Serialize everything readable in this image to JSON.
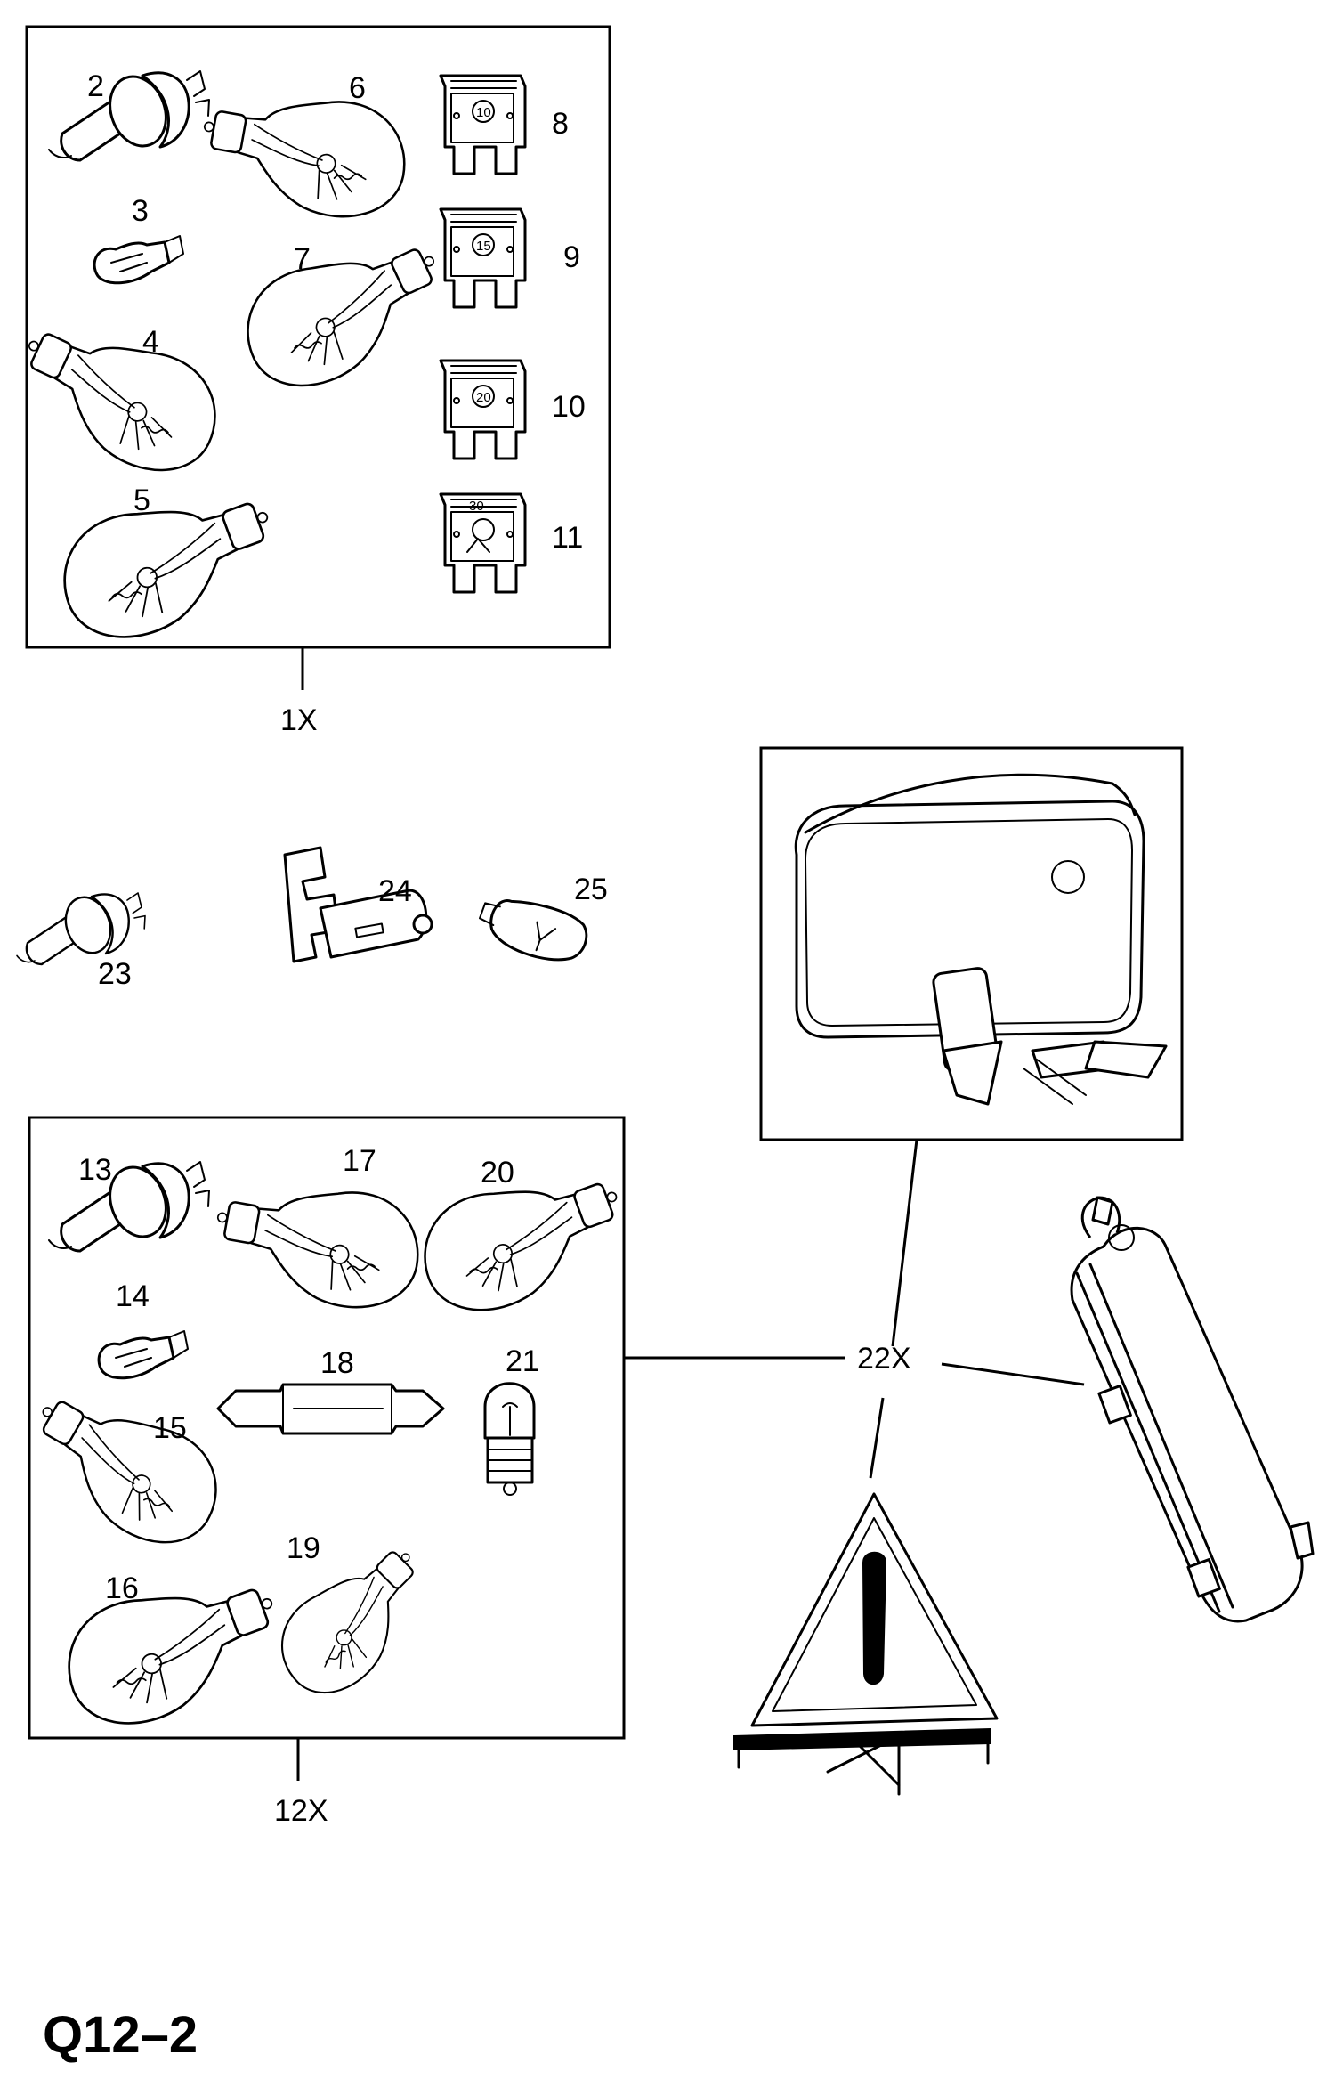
{
  "page_code": "Q12–2",
  "groups": {
    "bulb_fuse_kit": "1X",
    "bulb_kit": "12X",
    "safety_kit": "22X"
  },
  "callouts": {
    "c2": "2",
    "c3": "3",
    "c4": "4",
    "c5": "5",
    "c6": "6",
    "c7": "7",
    "c8": "8",
    "c9": "9",
    "c10": "10",
    "c11": "11",
    "c13": "13",
    "c14": "14",
    "c15": "15",
    "c16": "16",
    "c17": "17",
    "c18": "18",
    "c19": "19",
    "c20": "20",
    "c21": "21",
    "c23": "23",
    "c24": "24",
    "c25": "25"
  },
  "fuse_ratings": {
    "f8": "10",
    "f9": "15",
    "f10": "20",
    "f11": "30"
  }
}
